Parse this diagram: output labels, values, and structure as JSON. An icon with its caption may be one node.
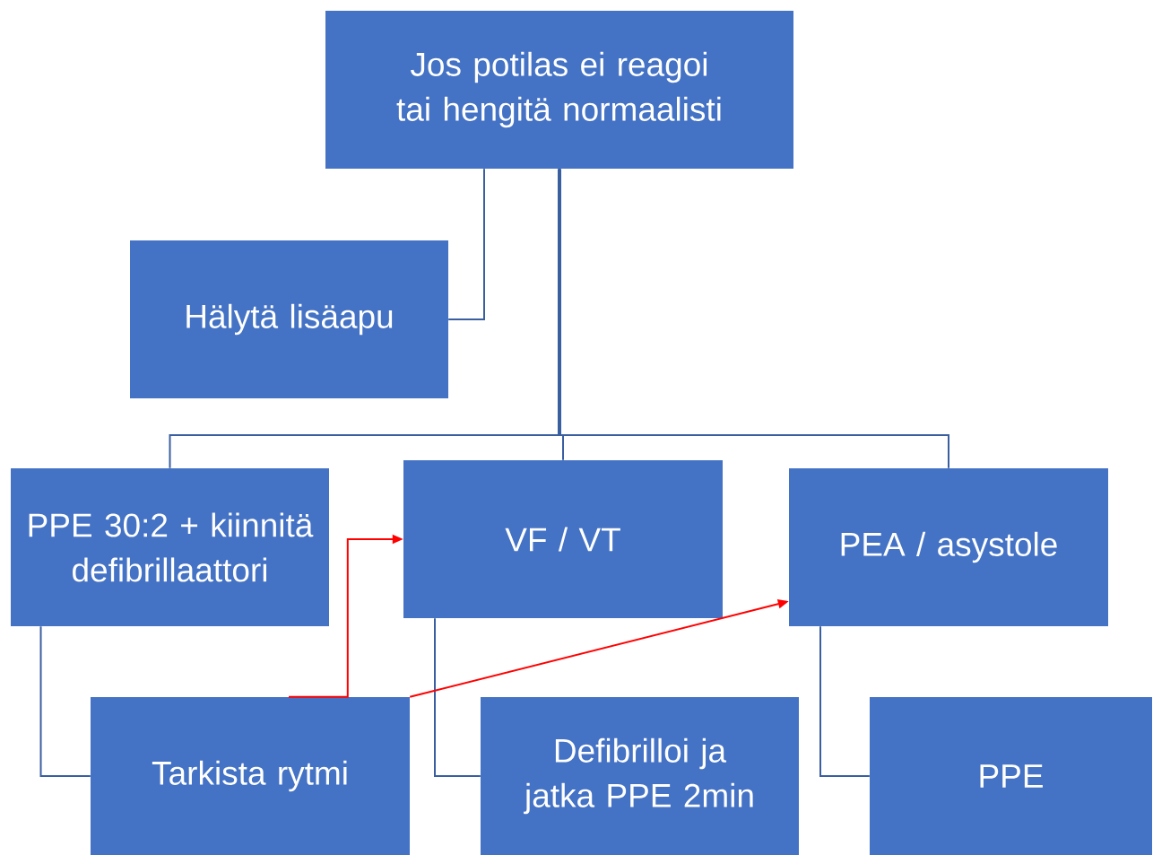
{
  "diagram": {
    "nodes": [
      {
        "text": [
          "Jos potilas ei reagoi tai hengitä normaalisti"
        ]
      },
      {
        "text": [
          "Hälytä lisäapu"
        ]
      },
      {
        "text": [
          "PPE 30:2 + kiinnitä defibrillaattori"
        ]
      },
      {
        "text": [
          "VF / VT"
        ]
      },
      {
        "text": [
          "PEA / asystole"
        ]
      },
      {
        "text": [
          "Tarkista rytmi"
        ]
      },
      {
        "text": [
          "Defibrilloi ja jatka PPE 2min"
        ]
      },
      {
        "text": [
          "PPE"
        ]
      }
    ],
    "edges": [
      {
        "from": 0,
        "to": 1,
        "arrow": "none"
      },
      {
        "from": 0,
        "to": 2,
        "arrow": "none"
      },
      {
        "from": 0,
        "to": 3,
        "arrow": "none"
      },
      {
        "from": 0,
        "to": 4,
        "arrow": "none"
      },
      {
        "from": 2,
        "to": 5,
        "arrow": "none"
      },
      {
        "from": 3,
        "to": 6,
        "arrow": "none"
      },
      {
        "from": 4,
        "to": 7,
        "arrow": "none"
      },
      {
        "from": 5,
        "to": 3,
        "arrow": "to",
        "color": "#ff0000"
      },
      {
        "from": 5,
        "to": 4,
        "arrow": "to",
        "color": "#ff0000"
      }
    ]
  }
}
